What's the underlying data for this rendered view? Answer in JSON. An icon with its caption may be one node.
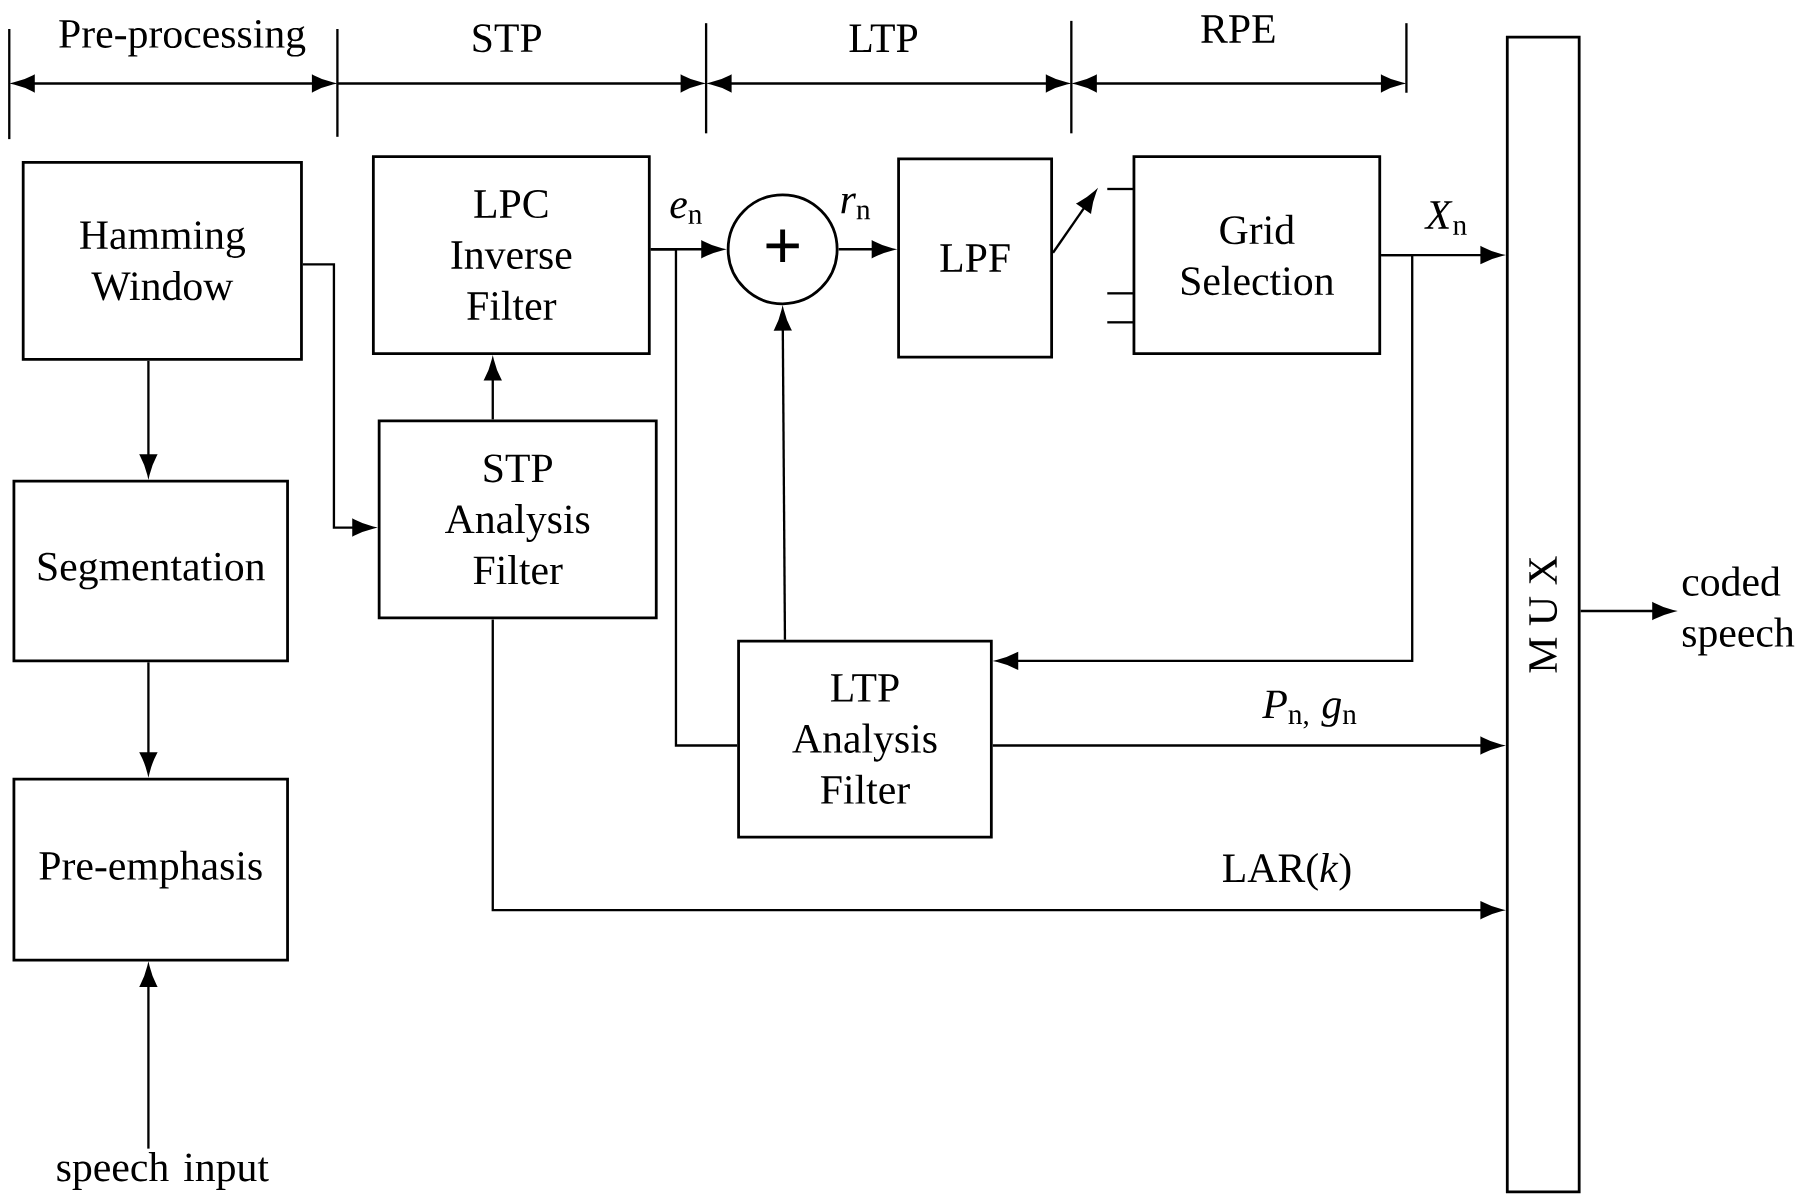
{
  "diagram": {
    "nodes": [
      {
        "text": [
          "Hamming Window"
        ]
      },
      {
        "text": [
          "Segmentation"
        ]
      },
      {
        "text": [
          "Pre-emphasis"
        ]
      },
      {
        "text": [
          "speech input"
        ]
      },
      {
        "text": [
          "LPC Inverse Filter"
        ]
      },
      {
        "text": [
          "STP Analysis Filter"
        ]
      },
      {
        "text": [
          "+"
        ]
      },
      {
        "text": [
          "LPF"
        ]
      },
      {
        "text": [
          "Grid Selection"
        ]
      },
      {
        "text": [
          "LTP Analysis Filter"
        ]
      },
      {
        "text": [
          "M U X"
        ]
      },
      {
        "text": [
          "coded speech"
        ]
      }
    ],
    "edges": [
      {
        "from": 0,
        "to": 1,
        "arrow": "to"
      },
      {
        "from": 1,
        "to": 2,
        "arrow": "to"
      },
      {
        "from": 3,
        "to": 2,
        "arrow": "to"
      },
      {
        "from": 0,
        "to": 5,
        "arrow": "to"
      },
      {
        "from": 5,
        "to": 4,
        "arrow": "to"
      },
      {
        "from": 4,
        "to": 6,
        "arrow": "to",
        "label": "*e*$_{n}$"
      },
      {
        "from": 6,
        "to": 7,
        "arrow": "to",
        "label": "*r*$_{n}$"
      },
      {
        "from": 7,
        "to": null,
        "arrow": "to"
      },
      {
        "from": 8,
        "to": 10,
        "arrow": "to",
        "label": "*X*$_{n}$"
      },
      {
        "from": 8,
        "to": 9,
        "arrow": "to"
      },
      {
        "from": 4,
        "to": 9,
        "arrow": "none"
      },
      {
        "from": 9,
        "to": 6,
        "arrow": "to"
      },
      {
        "from": 9,
        "to": 10,
        "arrow": "to",
        "label": "*P*$_{n,}$ *g*$_{n}$"
      },
      {
        "from": 5,
        "to": 10,
        "arrow": "to",
        "label": "LAR(*k*)"
      },
      {
        "from": 10,
        "to": 11,
        "arrow": "to"
      }
    ],
    "labels": [
      "Pre-processing",
      "STP",
      "LTP",
      "RPE"
    ]
  }
}
